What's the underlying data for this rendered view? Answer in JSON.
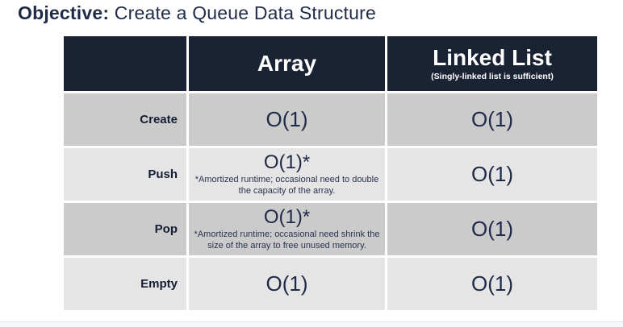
{
  "title": {
    "bold": "Objective:",
    "rest": " Create a Queue Data Structure"
  },
  "table": {
    "columns": [
      {
        "label": ""
      },
      {
        "label": "Array",
        "subtitle": ""
      },
      {
        "label": "Linked List",
        "subtitle": "(Singly-linked list is sufficient)"
      }
    ],
    "rows": [
      {
        "label": "Create",
        "array": {
          "value": "O(1)",
          "note": ""
        },
        "linked_list": "O(1)"
      },
      {
        "label": "Push",
        "array": {
          "value": "O(1)*",
          "note": "*Amortized runtime; occasional need to double the capacity of the array."
        },
        "linked_list": "O(1)"
      },
      {
        "label": "Pop",
        "array": {
          "value": "O(1)*",
          "note": "*Amortized runtime; occasional need shrink the size of the array to free unused memory."
        },
        "linked_list": "O(1)"
      },
      {
        "label": "Empty",
        "array": {
          "value": "O(1)",
          "note": ""
        },
        "linked_list": "O(1)"
      }
    ]
  },
  "colors": {
    "header_background": "#1a2334",
    "title_text": "#1f2b47",
    "value_text": "#1f2a48",
    "row_dark": "#cbcbcb",
    "row_light": "#e5e5e5",
    "bottom_bar": "#f4f6f9"
  }
}
